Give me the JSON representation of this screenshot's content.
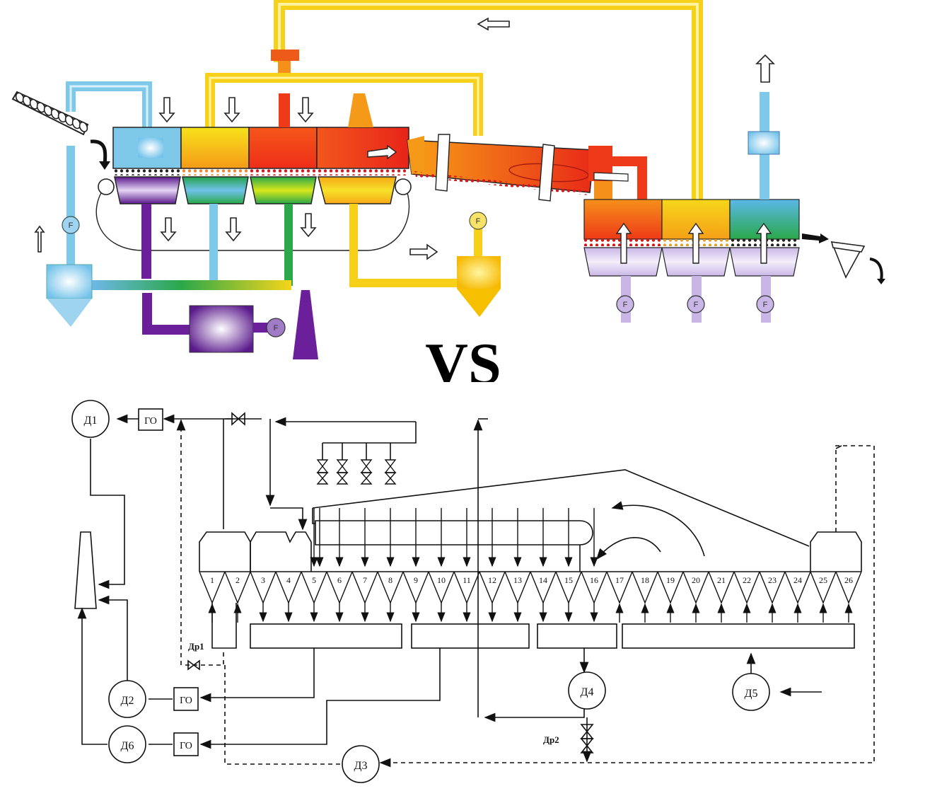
{
  "vs_label": "VS",
  "fan_label": "F",
  "bottom": {
    "fans": {
      "d1": "Д1",
      "d2": "Д2",
      "d3": "Д3",
      "d4": "Д4",
      "d5": "Д5",
      "d6": "Д6"
    },
    "gas_cleaner": "ГО",
    "throttles": {
      "dr1": "Др1",
      "dr2": "Др2"
    },
    "chambers": [
      "1",
      "2",
      "3",
      "4",
      "5",
      "6",
      "7",
      "8",
      "9",
      "10",
      "11",
      "12",
      "13",
      "14",
      "15",
      "16",
      "17",
      "18",
      "19",
      "20",
      "21",
      "22",
      "23",
      "24",
      "25",
      "26"
    ]
  },
  "colors": {
    "blue": "#7ec8ea",
    "yellow": "#f7d01a",
    "orange": "#f59a18",
    "red": "#ee3a18",
    "green": "#2aa84a",
    "purple": "#6b1f9a",
    "lavender": "#c9b6e6",
    "line": "#111111"
  }
}
